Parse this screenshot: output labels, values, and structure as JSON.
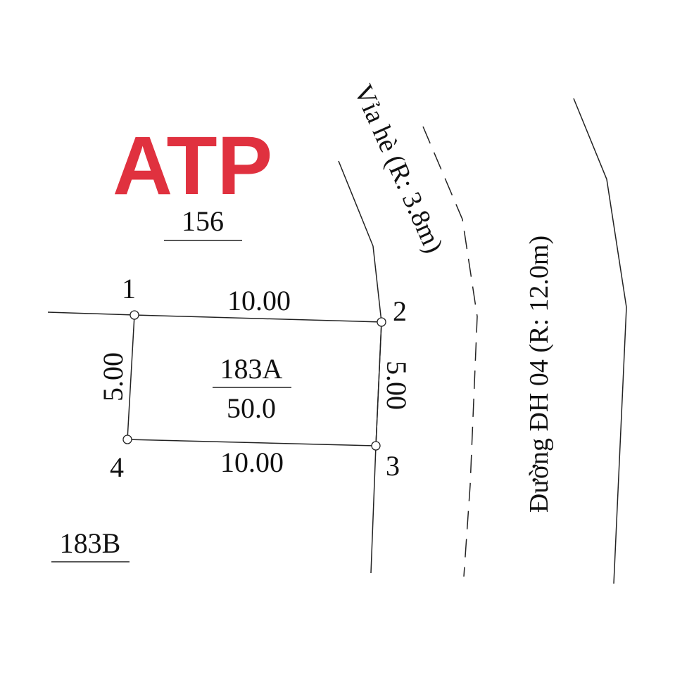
{
  "logo": {
    "text": "ATP",
    "color": "#e0313f"
  },
  "parcels": {
    "north": {
      "id": "156"
    },
    "main": {
      "id": "183A",
      "area": "50.0"
    },
    "south": {
      "id": "183B"
    }
  },
  "vertices": {
    "v1": "1",
    "v2": "2",
    "v3": "3",
    "v4": "4"
  },
  "edges": {
    "top": "10.00",
    "bottom": "10.00",
    "left": "5.00",
    "right": "5.00"
  },
  "roads": {
    "sidewalk": "Vỉa hè (R: 3.8m)",
    "road": "Đường ĐH 04 (R: 12.0m)"
  }
}
